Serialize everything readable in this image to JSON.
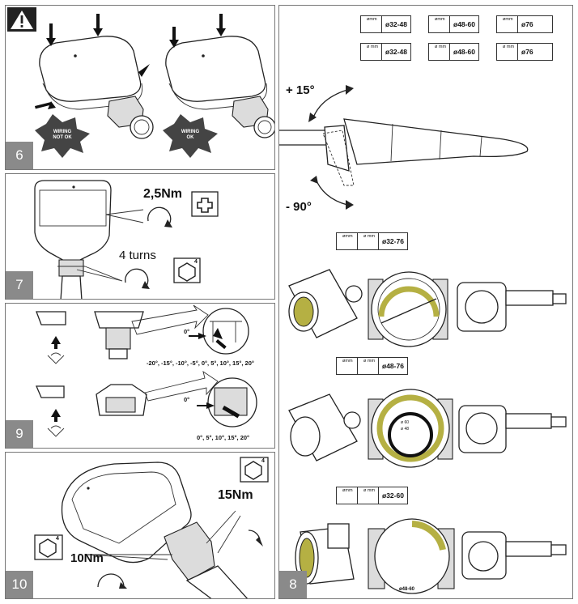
{
  "panel6": {
    "step": "6",
    "warning_icon": "warning-triangle-icon",
    "badge_left_line1": "WIRING",
    "badge_left_line2": "NOT OK",
    "badge_right_line1": "WIRING",
    "badge_right_line2": "OK"
  },
  "panel7": {
    "step": "7",
    "torque": "2,5Nm",
    "turns": "4 turns",
    "tool_small": "4",
    "cross_icon": "phillips-screwdriver-icon"
  },
  "panel9": {
    "step": "9",
    "zero_top": "0°",
    "angles_top": "-20°, -15°, -10°, -5°, 0°, 5°, 10°, 15°, 20°",
    "zero_bottom": "0°",
    "angles_bottom": "0°, 5°, 10°, 15°, 20°"
  },
  "panel10": {
    "step": "10",
    "torque_a": "15Nm",
    "torque_b": "10Nm",
    "tool_a": "4",
    "tool_b": "4"
  },
  "panel8": {
    "step": "8",
    "angle_up": "+ 15°",
    "angle_down": "- 90°",
    "top_row1": [
      "ø32-48",
      "ø48-60",
      "ø76"
    ],
    "top_row2": [
      "ø32-48",
      "ø48-60",
      "ø76"
    ],
    "mm_label": "ømm",
    "mm_label_small": "ø mm",
    "sel_a": "ø32-76",
    "sel_b": "ø48-76",
    "sel_c": "ø32-60",
    "ring_b1": "ø 60",
    "ring_b2": "ø 48",
    "ring_c": "ø48-60"
  }
}
